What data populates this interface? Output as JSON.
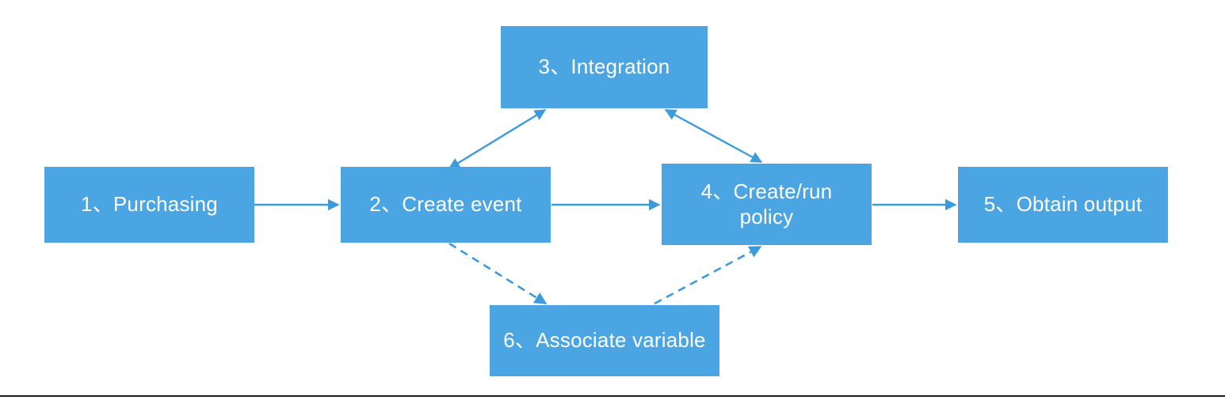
{
  "diagram": {
    "type": "flowchart",
    "title": "",
    "accent_color": "#4AA5E2",
    "node_text_color": "#FFFFFF",
    "background_color": "#FFFFFF",
    "nodes": [
      {
        "id": "n1",
        "label": "1、Purchasing"
      },
      {
        "id": "n2",
        "label": "2、Create event"
      },
      {
        "id": "n3",
        "label": "3、Integration"
      },
      {
        "id": "n4",
        "label": "4、Create/run\npolicy"
      },
      {
        "id": "n5",
        "label": "5、Obtain output"
      },
      {
        "id": "n6",
        "label": "6、Associate variable"
      }
    ],
    "edges": [
      {
        "from": "n1",
        "to": "n2",
        "style": "solid",
        "arrows": "single"
      },
      {
        "from": "n2",
        "to": "n3",
        "style": "solid",
        "arrows": "double"
      },
      {
        "from": "n3",
        "to": "n4",
        "style": "solid",
        "arrows": "double"
      },
      {
        "from": "n2",
        "to": "n4",
        "style": "solid",
        "arrows": "single"
      },
      {
        "from": "n4",
        "to": "n5",
        "style": "solid",
        "arrows": "single"
      },
      {
        "from": "n2",
        "to": "n6",
        "style": "dashed",
        "arrows": "single"
      },
      {
        "from": "n6",
        "to": "n4",
        "style": "dashed",
        "arrows": "single"
      }
    ]
  }
}
